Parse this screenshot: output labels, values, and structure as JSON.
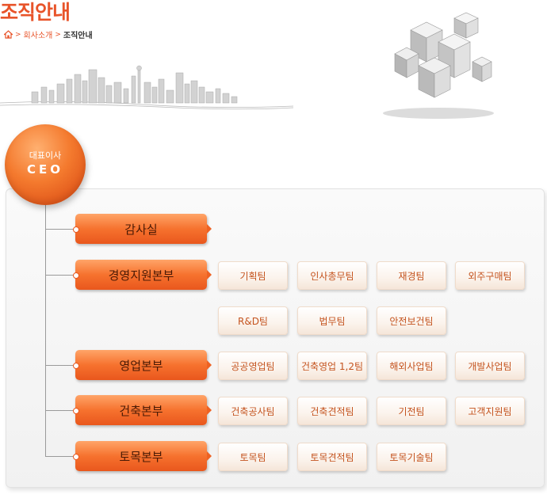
{
  "header": {
    "title": "조직안내",
    "breadcrumb": {
      "home_icon": "home-icon",
      "separator": ">",
      "items": [
        "회사소개",
        "조직안내"
      ]
    }
  },
  "colors": {
    "accent": "#e8542a",
    "dept_orange": "#f6722e",
    "team_text": "#c4531e",
    "line": "#9a9a9a"
  },
  "org": {
    "ceo": {
      "line1": "대표이사",
      "line2": "CEO"
    },
    "departments": [
      {
        "name": "감사실",
        "teams": []
      },
      {
        "name": "경영지원본부",
        "teams": [
          "기획팀",
          "인사총무팀",
          "재경팀",
          "외주구매팀",
          "R&D팀",
          "법무팀",
          "안전보건팀"
        ]
      },
      {
        "name": "영업본부",
        "teams": [
          "공공영업팀",
          "건축영업 1,2팀",
          "해외사업팀",
          "개발사업팀"
        ]
      },
      {
        "name": "건축본부",
        "teams": [
          "건축공사팀",
          "건축견적팀",
          "기전팀",
          "고객지원팀"
        ]
      },
      {
        "name": "토목본부",
        "teams": [
          "토목팀",
          "토목견적팀",
          "토목기술팀"
        ]
      }
    ]
  }
}
